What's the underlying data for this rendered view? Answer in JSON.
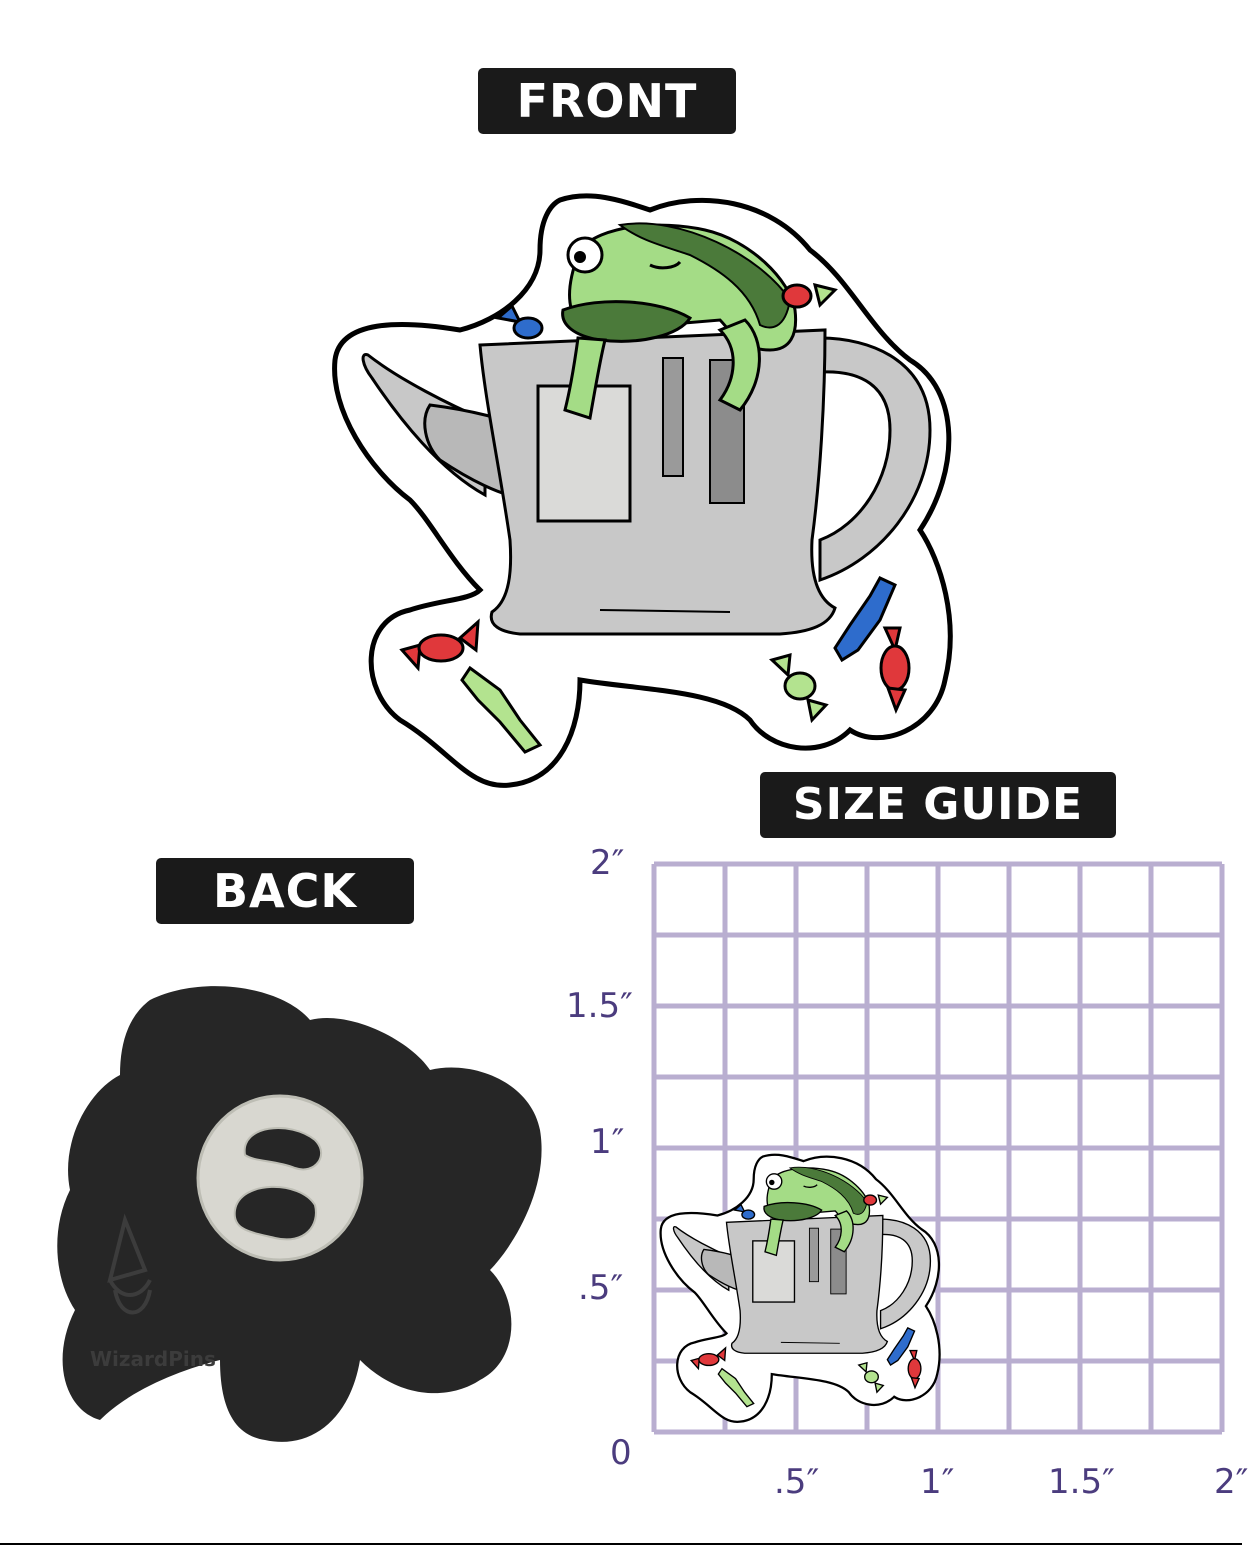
{
  "labels": {
    "front": "FRONT",
    "back": "BACK",
    "size_guide": "SIZE GUIDE"
  },
  "size_guide": {
    "y_ticks": [
      "2″",
      "1.5″",
      "1″",
      ".5″",
      "0"
    ],
    "x_ticks": [
      ".5″",
      "1″",
      "1.5″",
      "2″"
    ],
    "grid_divisions": 8,
    "grid_color": "#b9aed0",
    "tick_color": "#4b3c7e"
  },
  "back": {
    "watermark": "WizardPins",
    "backing_color": "#262626",
    "plate_color": "#d8d7d0"
  },
  "pin_colors": {
    "teapot": "#c8c8c8",
    "frog": "#a4dc86",
    "frog_dark": "#4b7a3a",
    "candy_red": "#e0383b",
    "candy_blue": "#2e6ccc",
    "candy_green": "#b3e38f"
  }
}
